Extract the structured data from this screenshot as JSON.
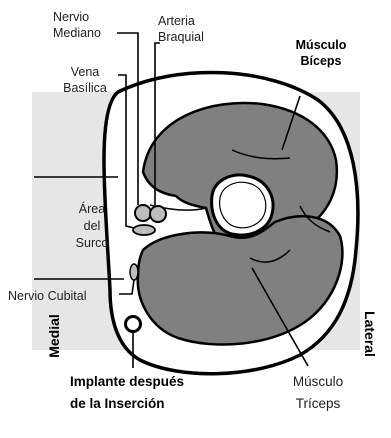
{
  "labels": {
    "nervio_mediano": [
      "Nervio",
      "Mediano"
    ],
    "arteria_braquial": [
      "Arteria",
      "Braquial"
    ],
    "vena_basilica": [
      "Vena",
      "Basílica"
    ],
    "musculo_biceps": [
      "Músculo",
      "Bíceps"
    ],
    "area_surco": [
      "Área",
      "del",
      "Surco"
    ],
    "nervio_cubital": "Nervio Cubital",
    "medial": "Medial",
    "lateral": "Lateral",
    "implante": [
      "Implante después",
      "de la Inserción"
    ],
    "musculo_triceps": [
      "Músculo",
      "Tríceps"
    ]
  },
  "colors": {
    "muscle": "#808080",
    "background_panel": "#e6e6e6",
    "outline": "#000000",
    "bone": "#ffffff",
    "vessel": "#bdbdbd"
  }
}
